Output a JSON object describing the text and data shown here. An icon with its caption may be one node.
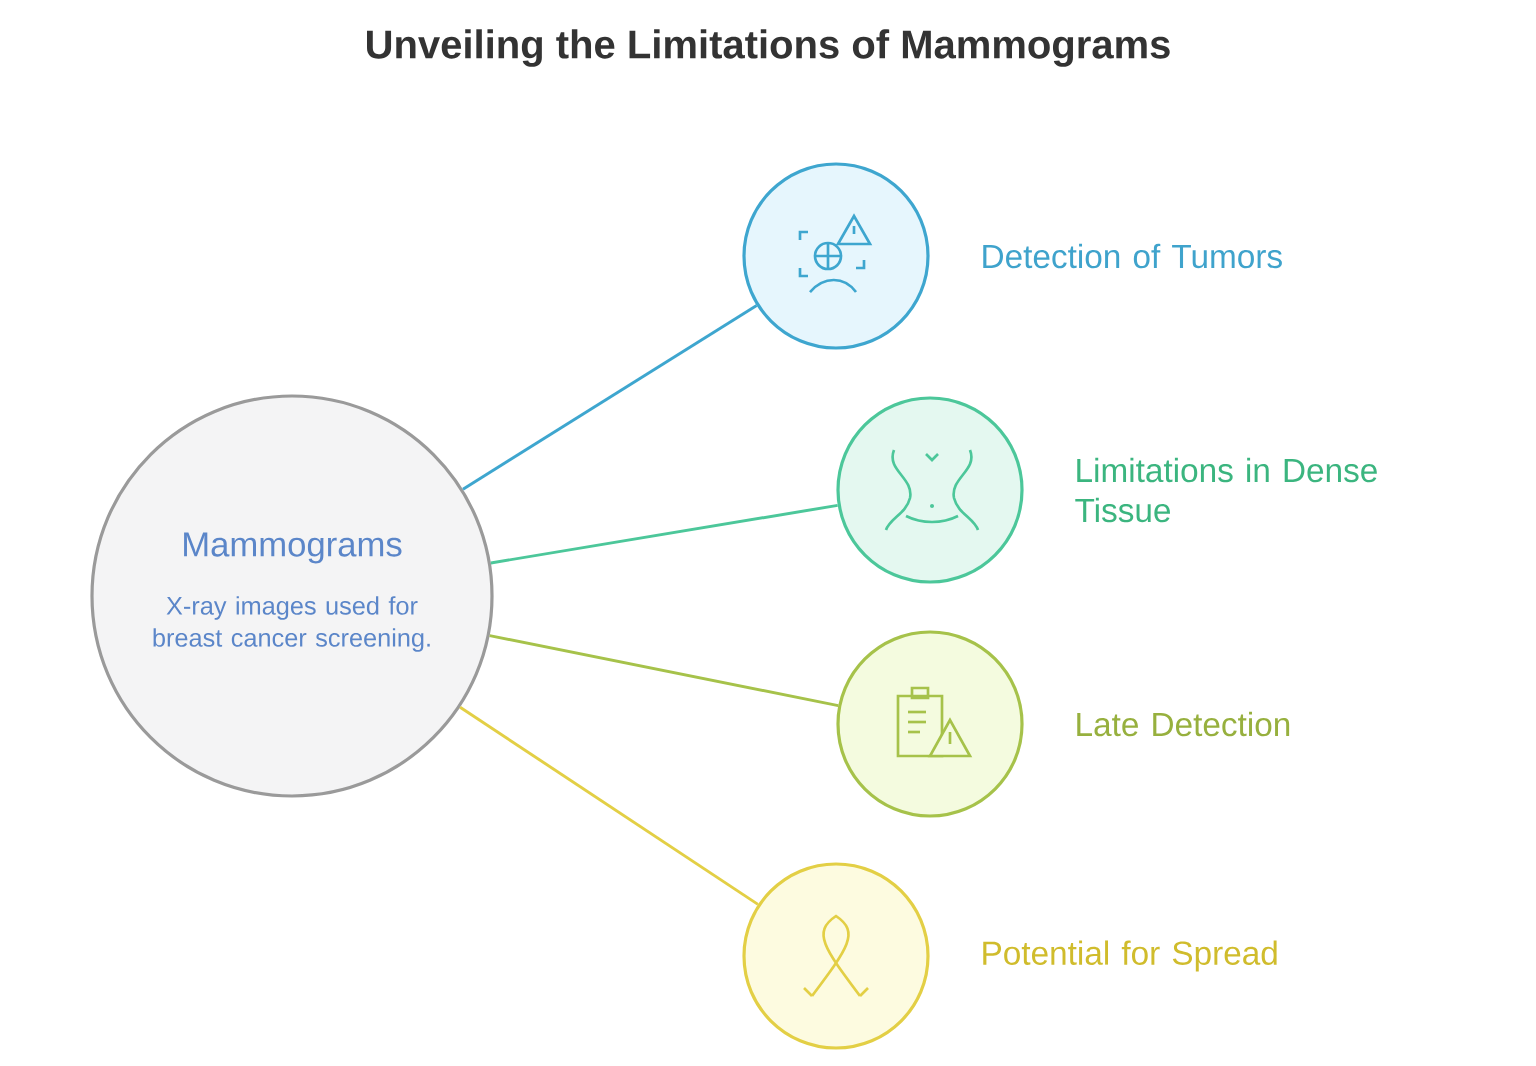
{
  "diagram": {
    "title": "Unveiling the Limitations of Mammograms",
    "nodes": [
      {
        "text": [
          "Mammograms",
          "X-ray images used for breast cancer screening."
        ]
      },
      {
        "text": [
          "Detection of Tumors"
        ]
      },
      {
        "text": [
          "Limitations in Dense Tissue"
        ]
      },
      {
        "text": [
          "Late Detection"
        ]
      },
      {
        "text": [
          "Potential for Spread"
        ]
      }
    ],
    "edges": [
      {
        "from": 0,
        "to": 1,
        "arrow": "none",
        "color": "#3ea6cf"
      },
      {
        "from": 0,
        "to": 2,
        "arrow": "none",
        "color": "#4cc79a"
      },
      {
        "from": 0,
        "to": 3,
        "arrow": "none",
        "color": "#a6c24a"
      },
      {
        "from": 0,
        "to": 4,
        "arrow": "none",
        "color": "#e3cf45"
      }
    ]
  }
}
